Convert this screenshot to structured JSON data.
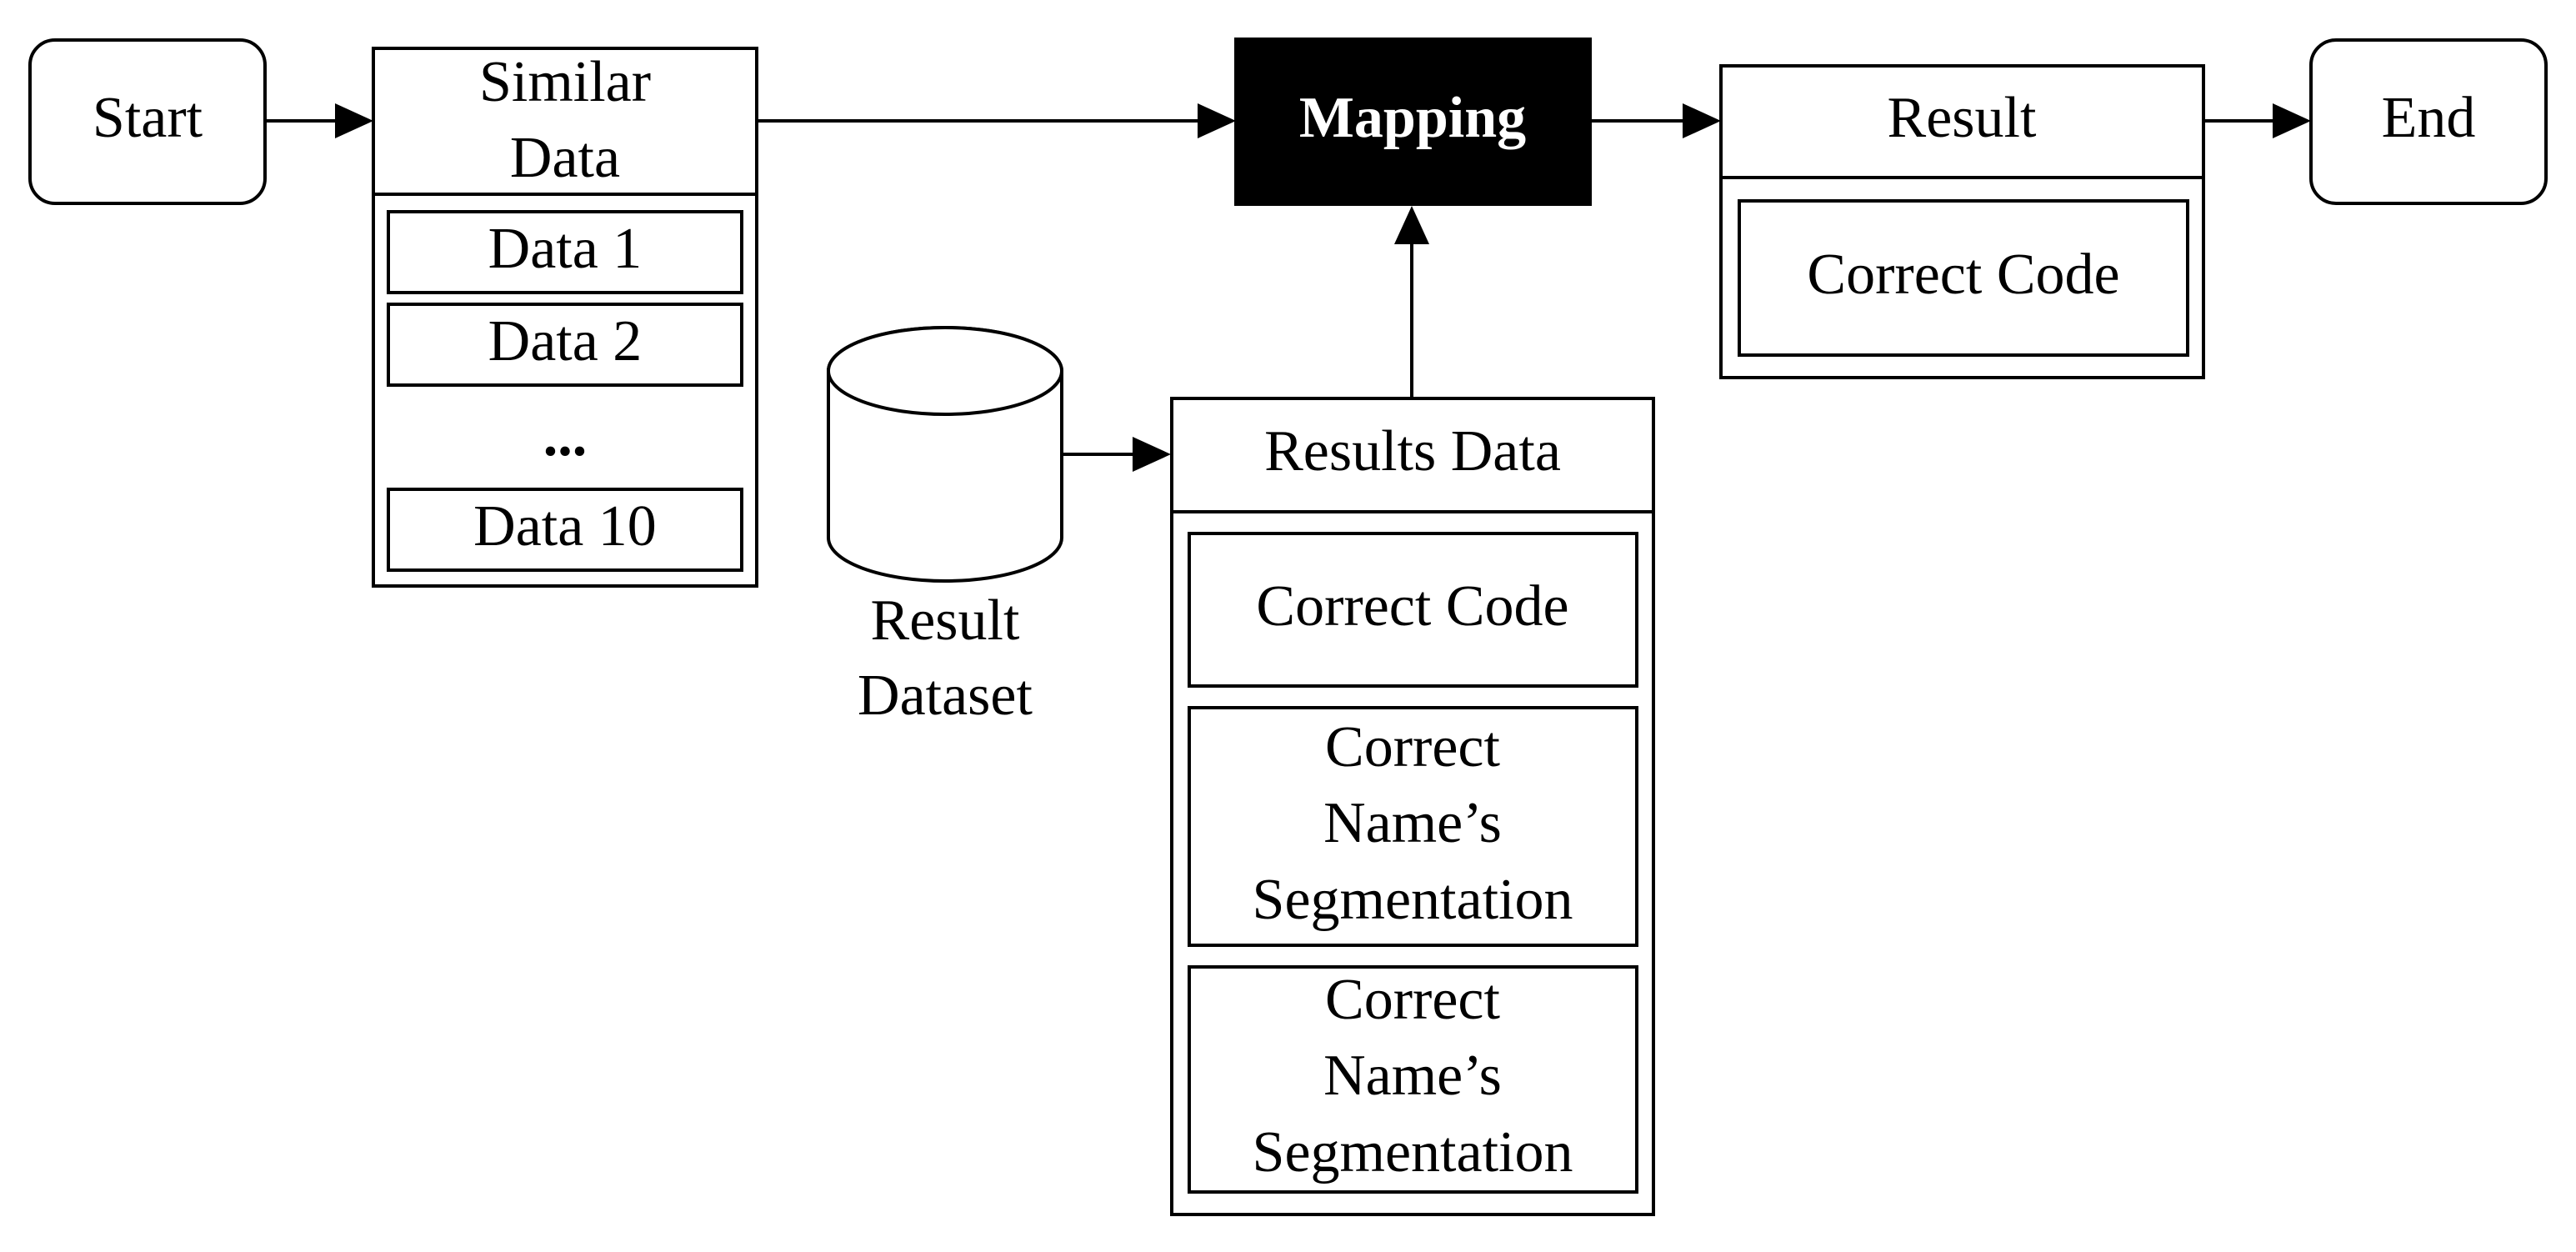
{
  "nodes": {
    "start": "Start",
    "similar_data": {
      "title": [
        "Similar",
        "Data"
      ],
      "items": [
        "Data 1",
        "Data 2",
        "...",
        "Data 10"
      ]
    },
    "mapping": "Mapping",
    "result": {
      "title": "Result",
      "items": [
        "Correct Code"
      ]
    },
    "end": "End",
    "result_dataset": [
      "Result",
      "Dataset"
    ],
    "results_data": {
      "title": "Results Data",
      "items": [
        [
          "Correct Code"
        ],
        [
          "Correct",
          "Name’s",
          "Segmentation"
        ],
        [
          "Correct",
          "Name’s",
          "Segmentation"
        ]
      ]
    }
  }
}
